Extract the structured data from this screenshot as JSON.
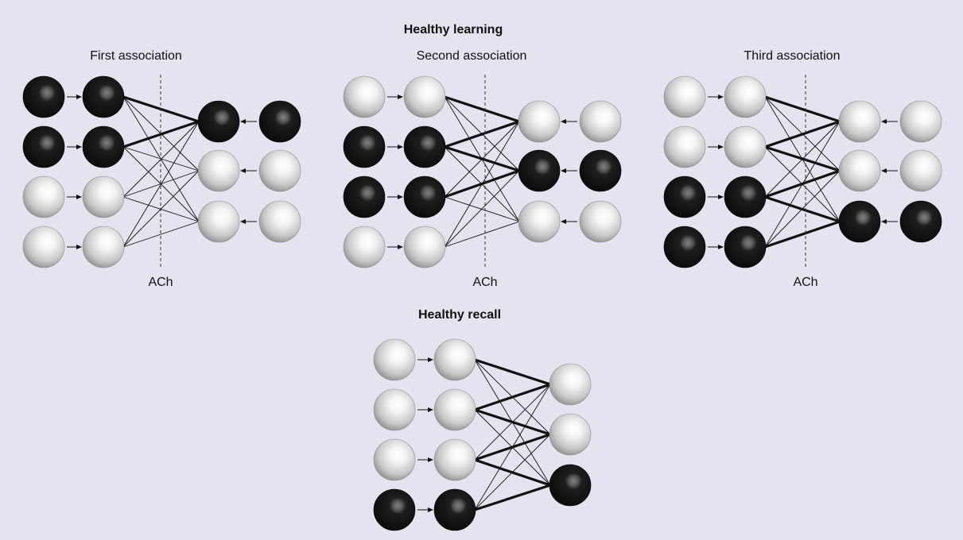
{
  "figure": {
    "learning_title": "Healthy learning",
    "recall_title": "Healthy recall",
    "modulator_label": "ACh",
    "colors": {
      "background": "#e6e2f0",
      "active": "#111111",
      "inactive": "#cfcfcf"
    }
  },
  "panels": [
    {
      "id": "first",
      "title": "First association",
      "modulated": true,
      "inputs": [
        "active",
        "active",
        "inactive",
        "inactive"
      ],
      "outputs": [
        "active",
        "inactive",
        "inactive"
      ],
      "strong": [
        [
          0,
          0
        ],
        [
          1,
          0
        ]
      ]
    },
    {
      "id": "second",
      "title": "Second association",
      "modulated": true,
      "inputs": [
        "inactive",
        "active",
        "active",
        "inactive"
      ],
      "outputs": [
        "inactive",
        "active",
        "inactive"
      ],
      "strong": [
        [
          0,
          0
        ],
        [
          1,
          0
        ],
        [
          1,
          1
        ],
        [
          2,
          1
        ]
      ]
    },
    {
      "id": "third",
      "title": "Third association",
      "modulated": true,
      "inputs": [
        "inactive",
        "inactive",
        "active",
        "active"
      ],
      "outputs": [
        "inactive",
        "inactive",
        "active"
      ],
      "strong": [
        [
          0,
          0
        ],
        [
          1,
          0
        ],
        [
          1,
          1
        ],
        [
          2,
          1
        ],
        [
          2,
          2
        ],
        [
          3,
          2
        ]
      ]
    },
    {
      "id": "recall",
      "title": "",
      "modulated": false,
      "inputs": [
        "inactive",
        "inactive",
        "inactive",
        "active"
      ],
      "outputs": [
        "inactive",
        "inactive",
        "active"
      ],
      "strong": [
        [
          0,
          0
        ],
        [
          1,
          0
        ],
        [
          1,
          1
        ],
        [
          2,
          1
        ],
        [
          2,
          2
        ],
        [
          3,
          2
        ]
      ]
    }
  ]
}
